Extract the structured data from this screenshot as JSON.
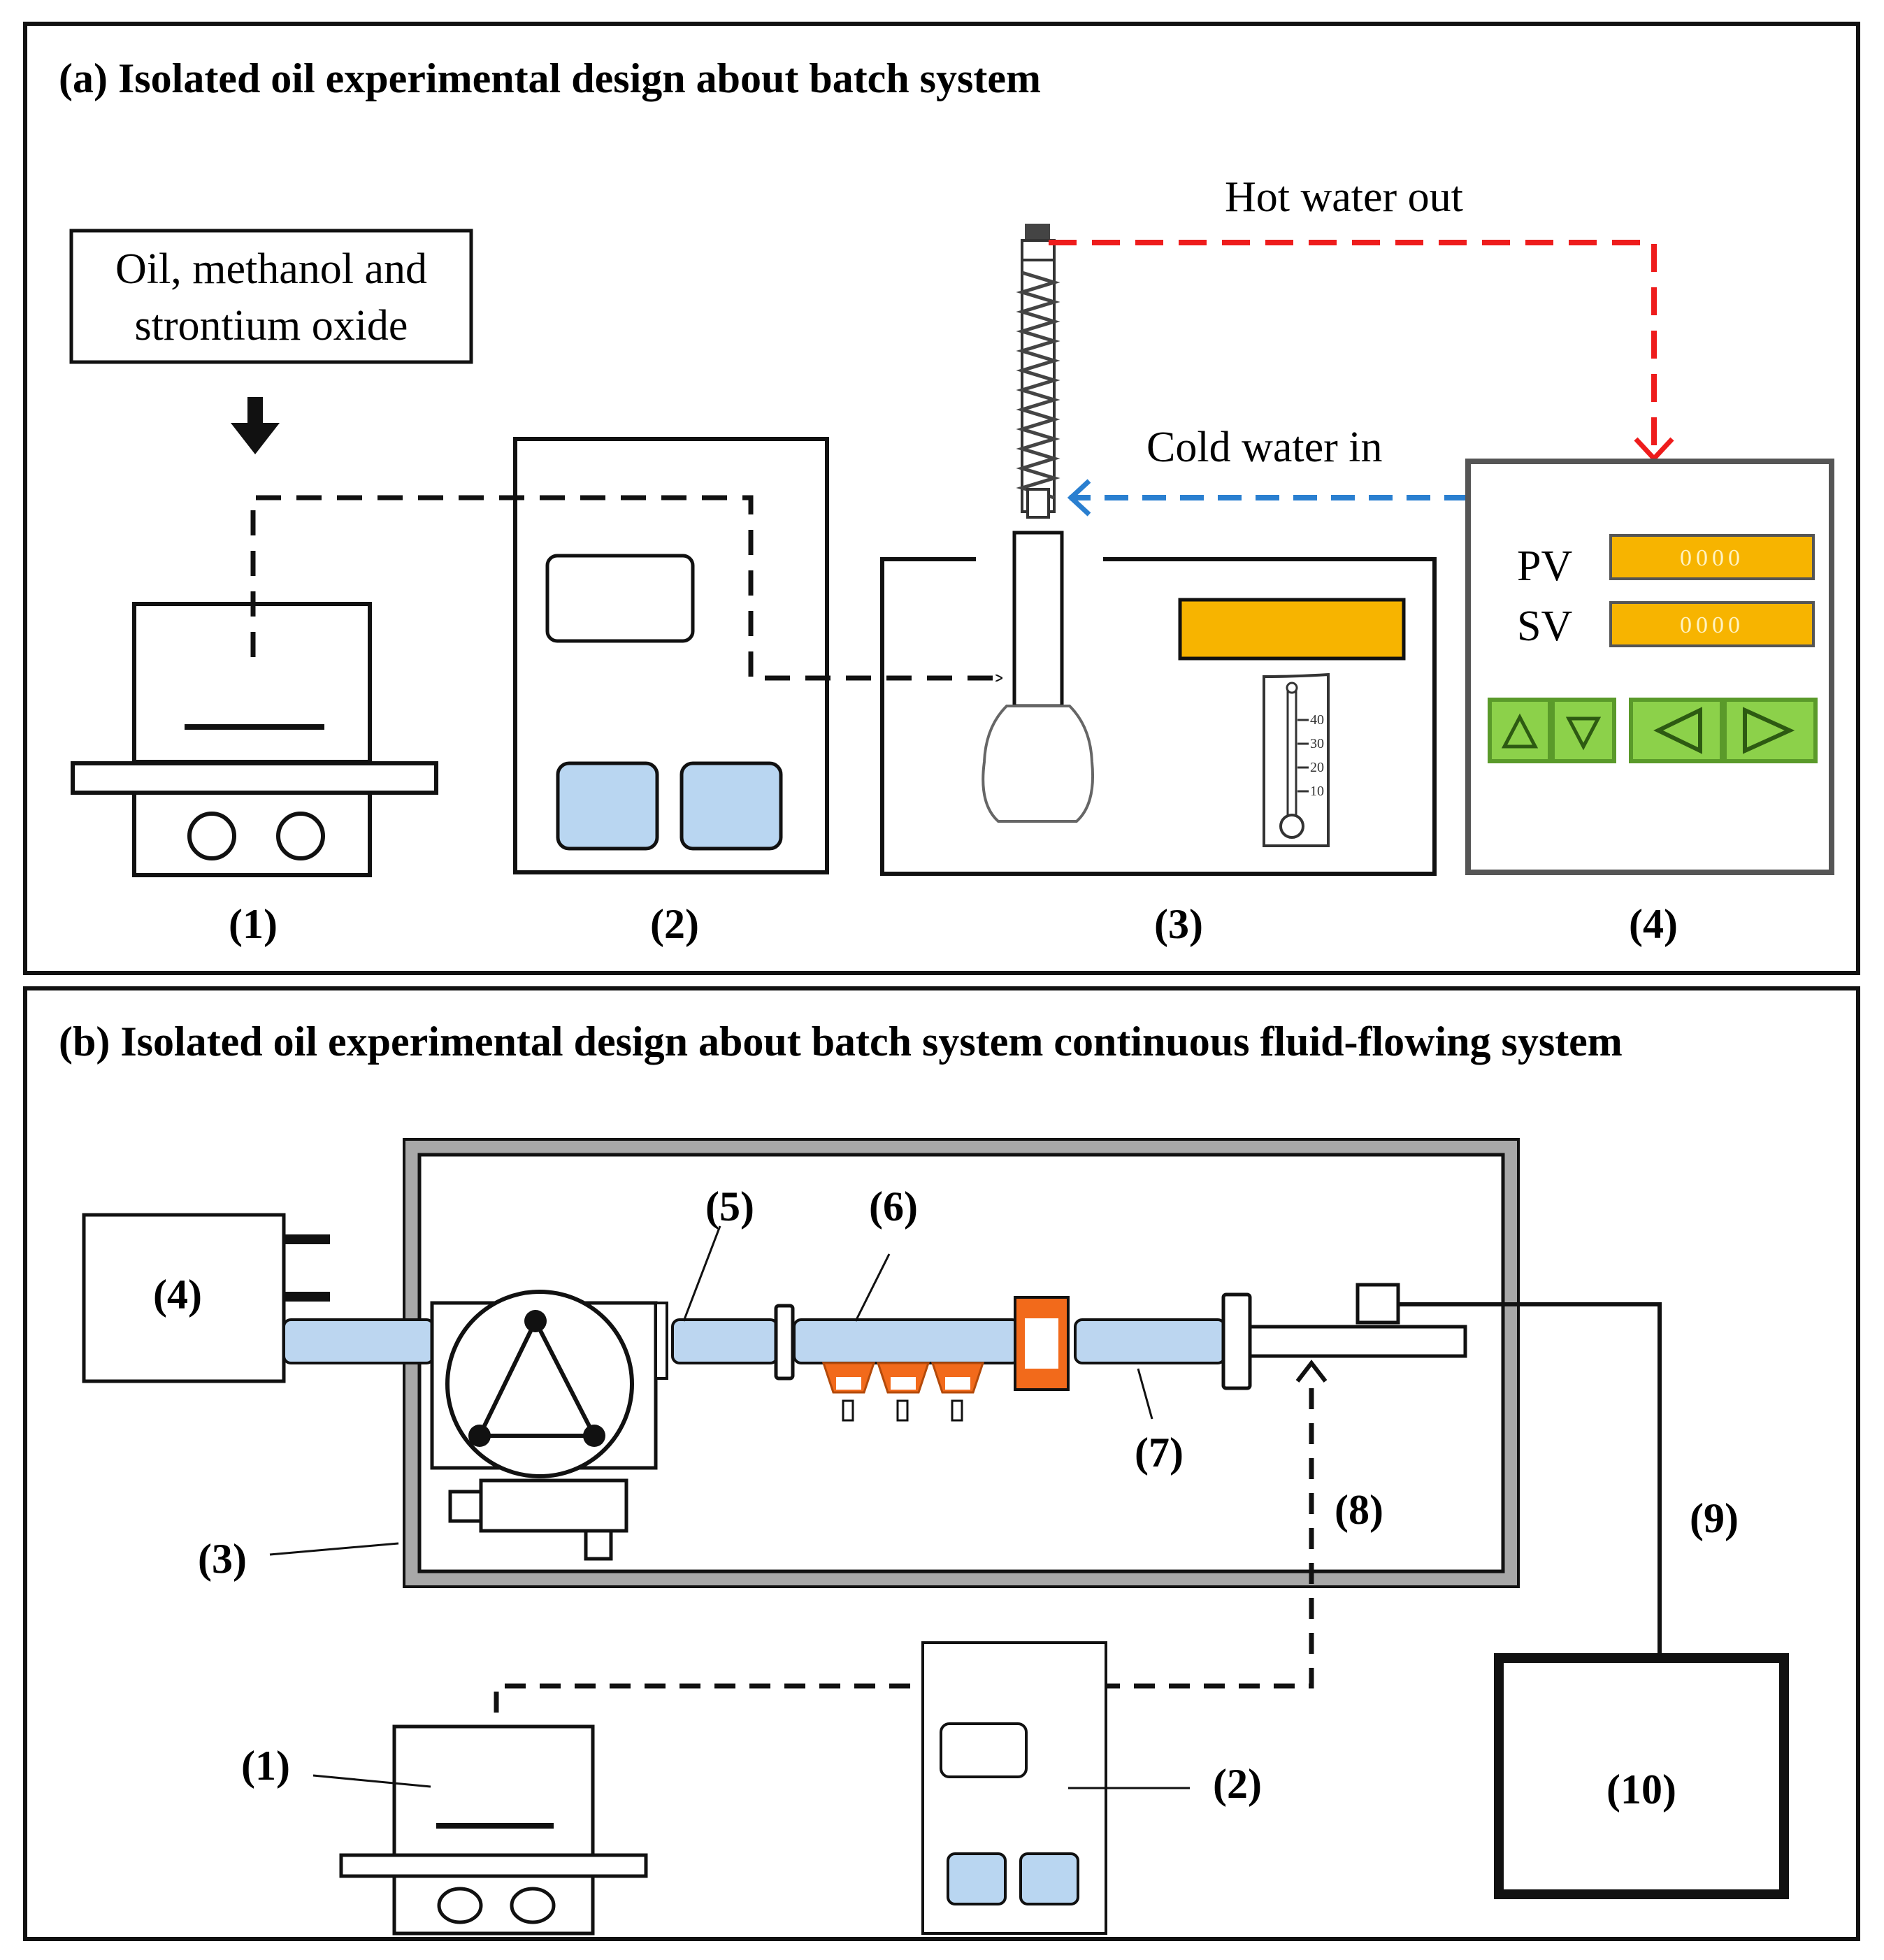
{
  "panel_a": {
    "title": "(a) Isolated oil experimental design about batch system",
    "input_box_line1": "Oil, methanol and",
    "input_box_line2": "strontium oxide",
    "hot_water_label": "Hot water out",
    "cold_water_label": "Cold water in",
    "controller_pv": "PV",
    "controller_sv": "SV",
    "controller_display": "0000",
    "thermometer_ticks": [
      "40",
      "30",
      "20",
      "10"
    ],
    "unit_labels": [
      "(1)",
      "(2)",
      "(3)",
      "(4)"
    ]
  },
  "panel_b": {
    "title": "(b) Isolated oil experimental design about batch system continuous fluid-flowing system",
    "labels": {
      "l1": "(1)",
      "l2": "(2)",
      "l3": "(3)",
      "l4": "(4)",
      "l5": "(5)",
      "l6": "(6)",
      "l7": "(7)",
      "l8": "(8)",
      "l9": "(9)",
      "l10": "(10)"
    }
  },
  "colors": {
    "hot_water_line": "#ee1c1c",
    "cold_water_line": "#2a7fd0",
    "display_amber": "#f7b400",
    "button_blue": "#b9d6f1",
    "key_green": "#8cd14a",
    "pipe_blue": "#bcd6f0",
    "nozzle_orange": "#f26a1b",
    "frame_gray": "#a8a8a8"
  }
}
